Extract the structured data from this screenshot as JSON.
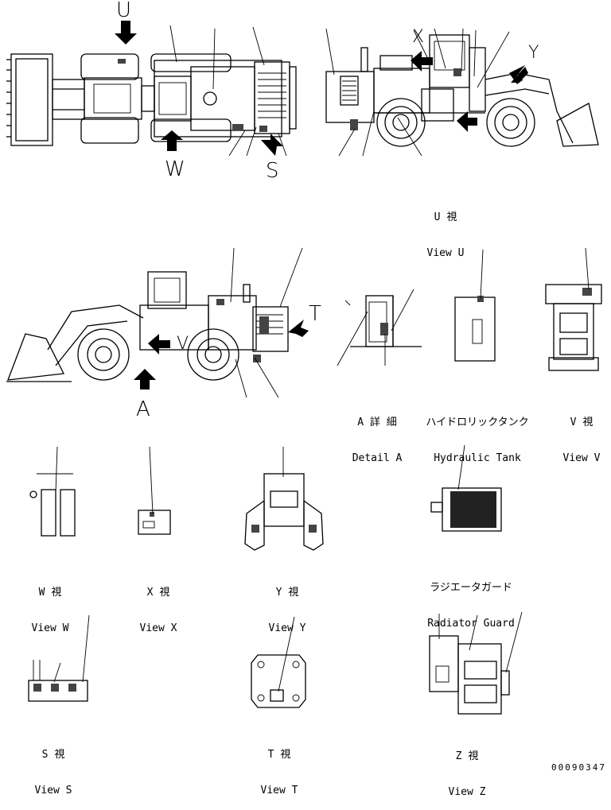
{
  "callouts": {
    "U": "U",
    "W": "W",
    "S": "S",
    "X": "X",
    "Y": "Y",
    "V": "V",
    "T": "T",
    "A": "A"
  },
  "views": {
    "U": {
      "jp": "U 視",
      "en": "View U"
    },
    "detail_a": {
      "jp": "A 詳 細",
      "en": "Detail A"
    },
    "hydraulic_tank": {
      "jp": "ハイドロリックタンク",
      "en": "Hydraulic Tank"
    },
    "V": {
      "jp": "V 視",
      "en": "View V"
    },
    "W": {
      "jp": "W 視",
      "en": "View W"
    },
    "X": {
      "jp": "X 視",
      "en": "View X"
    },
    "Y": {
      "jp": "Y 視",
      "en": "View Y"
    },
    "radiator_guard": {
      "jp": "ラジエータガード",
      "en": "Radiator Guard"
    },
    "S": {
      "jp": "S 視",
      "en": "View S"
    },
    "T": {
      "jp": "T 視",
      "en": "View T"
    },
    "Z": {
      "jp": "Z 視",
      "en": "View Z"
    }
  },
  "drawing_number": "00090347"
}
